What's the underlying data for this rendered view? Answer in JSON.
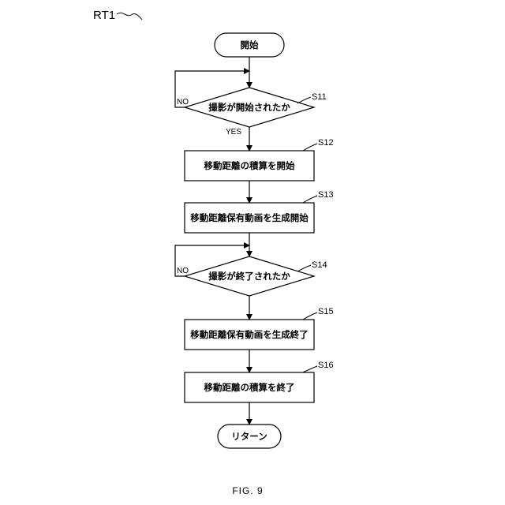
{
  "diagram": {
    "title": "RT1",
    "figure_caption": "FIG. 9",
    "start_label": "開始",
    "end_label": "リターン",
    "yes_label": "YES",
    "no_label": "NO",
    "steps": [
      {
        "id": "S11",
        "type": "decision",
        "text": "撮影が開始されたか"
      },
      {
        "id": "S12",
        "type": "process",
        "text": "移動距離の積算を開始"
      },
      {
        "id": "S13",
        "type": "process",
        "text": "移動距離保有動画を生成開始"
      },
      {
        "id": "S14",
        "type": "decision",
        "text": "撮影が終了されたか"
      },
      {
        "id": "S15",
        "type": "process",
        "text": "移動距離保有動画を生成終了"
      },
      {
        "id": "S16",
        "type": "process",
        "text": "移動距離の積算を終了"
      }
    ]
  }
}
